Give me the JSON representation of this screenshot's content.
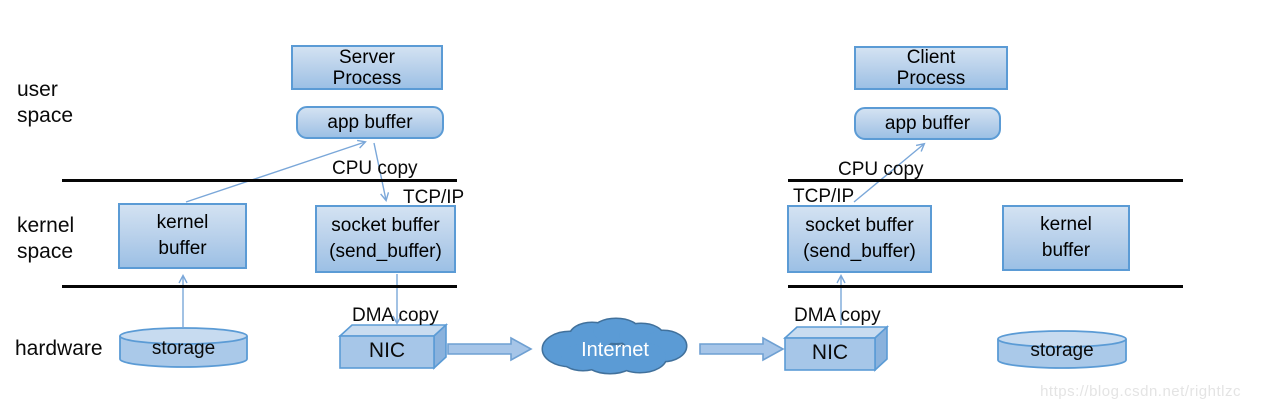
{
  "layers": {
    "user_space": "user\nspace",
    "kernel_space": "kernel\nspace",
    "hardware": "hardware"
  },
  "server_side": {
    "process": "Server\nProcess",
    "app_buffer": "app buffer",
    "kernel_buffer": "kernel\nbuffer",
    "socket_buffer": "socket buffer\n(send_buffer)",
    "storage": "storage",
    "nic": "NIC",
    "cpu_copy_label": "CPU copy",
    "tcpip_label": "TCP/IP",
    "dma_copy_label": "DMA copy"
  },
  "client_side": {
    "process": "Client\nProcess",
    "app_buffer": "app buffer",
    "socket_buffer": "socket buffer\n(send_buffer)",
    "kernel_buffer": "kernel\nbuffer",
    "storage": "storage",
    "nic": "NIC",
    "cpu_copy_label": "CPU copy",
    "tcpip_label": "TCP/IP",
    "dma_copy_label": "DMA copy"
  },
  "network": {
    "internet": "Internet"
  },
  "watermark": "https://blog.csdn.net/rightlzc",
  "colors": {
    "box_border": "#5b9bd5",
    "box_fill_top": "#d3e2f2",
    "box_fill_bottom": "#9cc0e5",
    "cloud_fill": "#5b9bd5",
    "cloud_border": "#41719c",
    "connector": "#7aa7d9",
    "separator_line": "#060606",
    "watermark_color": "#e4e4e4"
  }
}
